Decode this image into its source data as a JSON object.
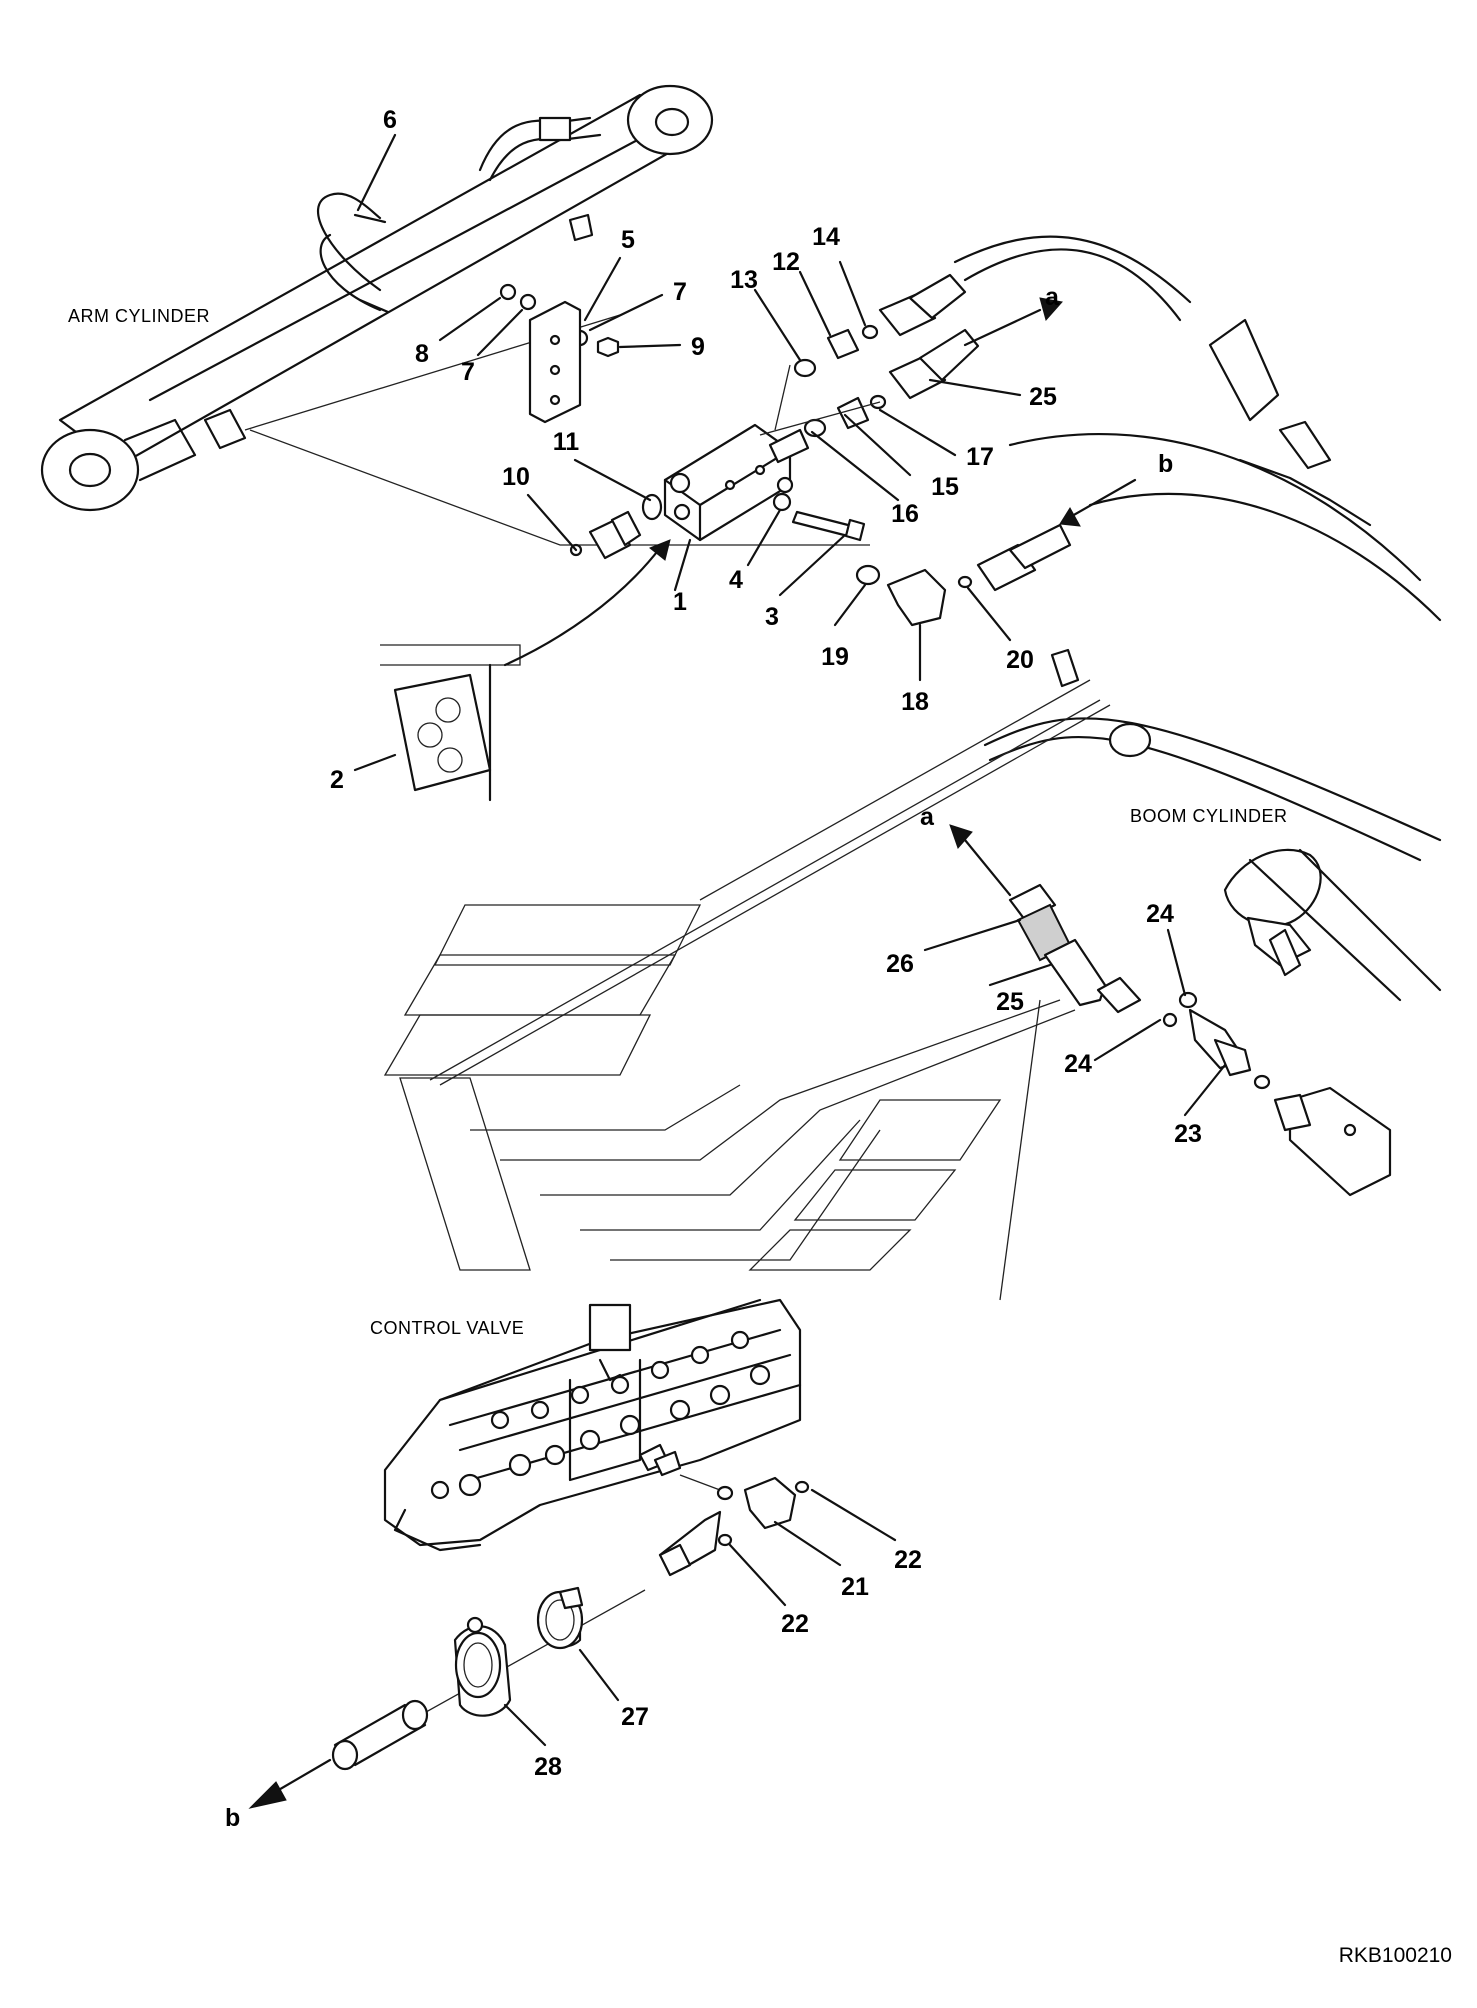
{
  "labels": {
    "arm_cylinder": "ARM CYLINDER",
    "boom_cylinder": "BOOM CYLINDER",
    "control_valve": "CONTROL VALVE",
    "drawing_ref": "RKB100210"
  },
  "connections": {
    "a_top": "a",
    "a_middle": "a",
    "b_top": "b",
    "b_bottom": "b"
  },
  "callouts": {
    "c1": "1",
    "c2": "2",
    "c3": "3",
    "c4": "4",
    "c5": "5",
    "c6": "6",
    "c7a": "7",
    "c7b": "7",
    "c8": "8",
    "c9": "9",
    "c10": "10",
    "c11": "11",
    "c12": "12",
    "c13": "13",
    "c14": "14",
    "c15": "15",
    "c16": "16",
    "c17": "17",
    "c18": "18",
    "c19": "19",
    "c20": "20",
    "c21": "21",
    "c22a": "22",
    "c22b": "22",
    "c23": "23",
    "c24a": "24",
    "c24b": "24",
    "c25a": "25",
    "c25b": "25",
    "c26": "26",
    "c27": "27",
    "c28": "28"
  }
}
